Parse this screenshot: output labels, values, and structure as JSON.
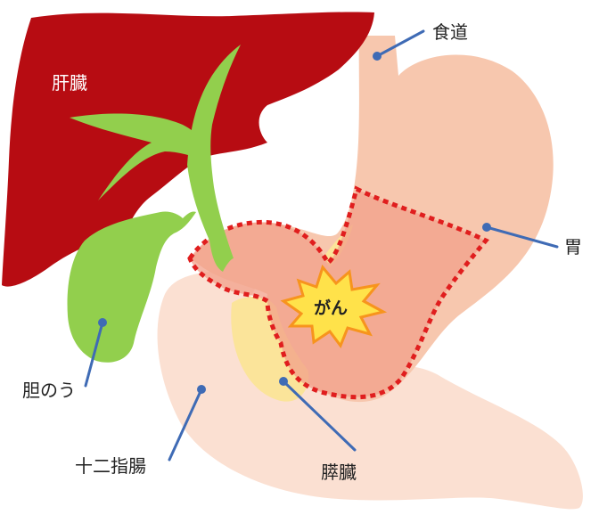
{
  "labels": {
    "liver": "肝臓",
    "esophagus": "食道",
    "stomach": "胃",
    "gallbladder": "胆のう",
    "duodenum": "十二指腸",
    "pancreas": "膵臓",
    "cancer": "がん"
  },
  "colors": {
    "liver": "#b70c12",
    "bile": "#92cf4d",
    "stomach": "#f7c7ae",
    "duodenum": "#fbe0d2",
    "pancreas": "#fbe49a",
    "tumor_area": "#f2a08a",
    "tumor_outline": "#e01e1e",
    "cancer_star": "#f7941d",
    "cancer_star_fill": "#ffe24a",
    "leader": "#3f6bb5"
  }
}
